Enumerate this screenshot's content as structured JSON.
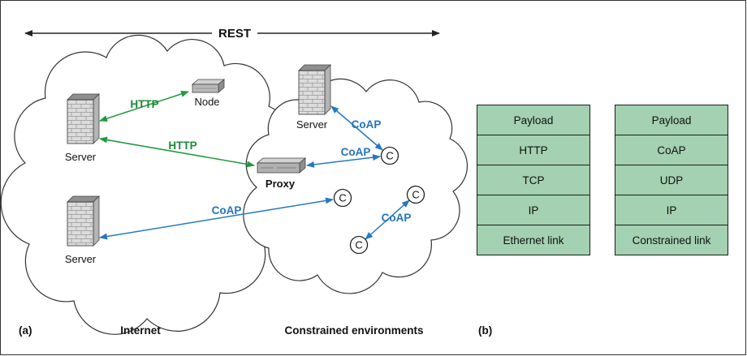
{
  "colors": {
    "http_green": "#219a3f",
    "coap_blue": "#2678c2",
    "stack_fill": "#a3d1b1",
    "frame": "#333333"
  },
  "diagram": {
    "rest_label": "REST",
    "labels": {
      "a": "(a)",
      "b": "(b)",
      "internet": "Internet",
      "constrained": "Constrained environments"
    },
    "nodes": {
      "server_top": "Server",
      "server_bottom": "Server",
      "server_constrained": "Server",
      "node": "Node",
      "proxy": "Proxy",
      "client": "C"
    },
    "edges": {
      "http_a": "HTTP",
      "http_b": "HTTP",
      "coap_a": "CoAP",
      "coap_b": "CoAP",
      "coap_c": "CoAP",
      "coap_d": "CoAP"
    }
  },
  "stacks": [
    {
      "name": "http-stack",
      "rows": [
        "Payload",
        "HTTP",
        "TCP",
        "IP",
        "Ethernet link"
      ]
    },
    {
      "name": "coap-stack",
      "rows": [
        "Payload",
        "CoAP",
        "UDP",
        "IP",
        "Constrained link"
      ]
    }
  ]
}
